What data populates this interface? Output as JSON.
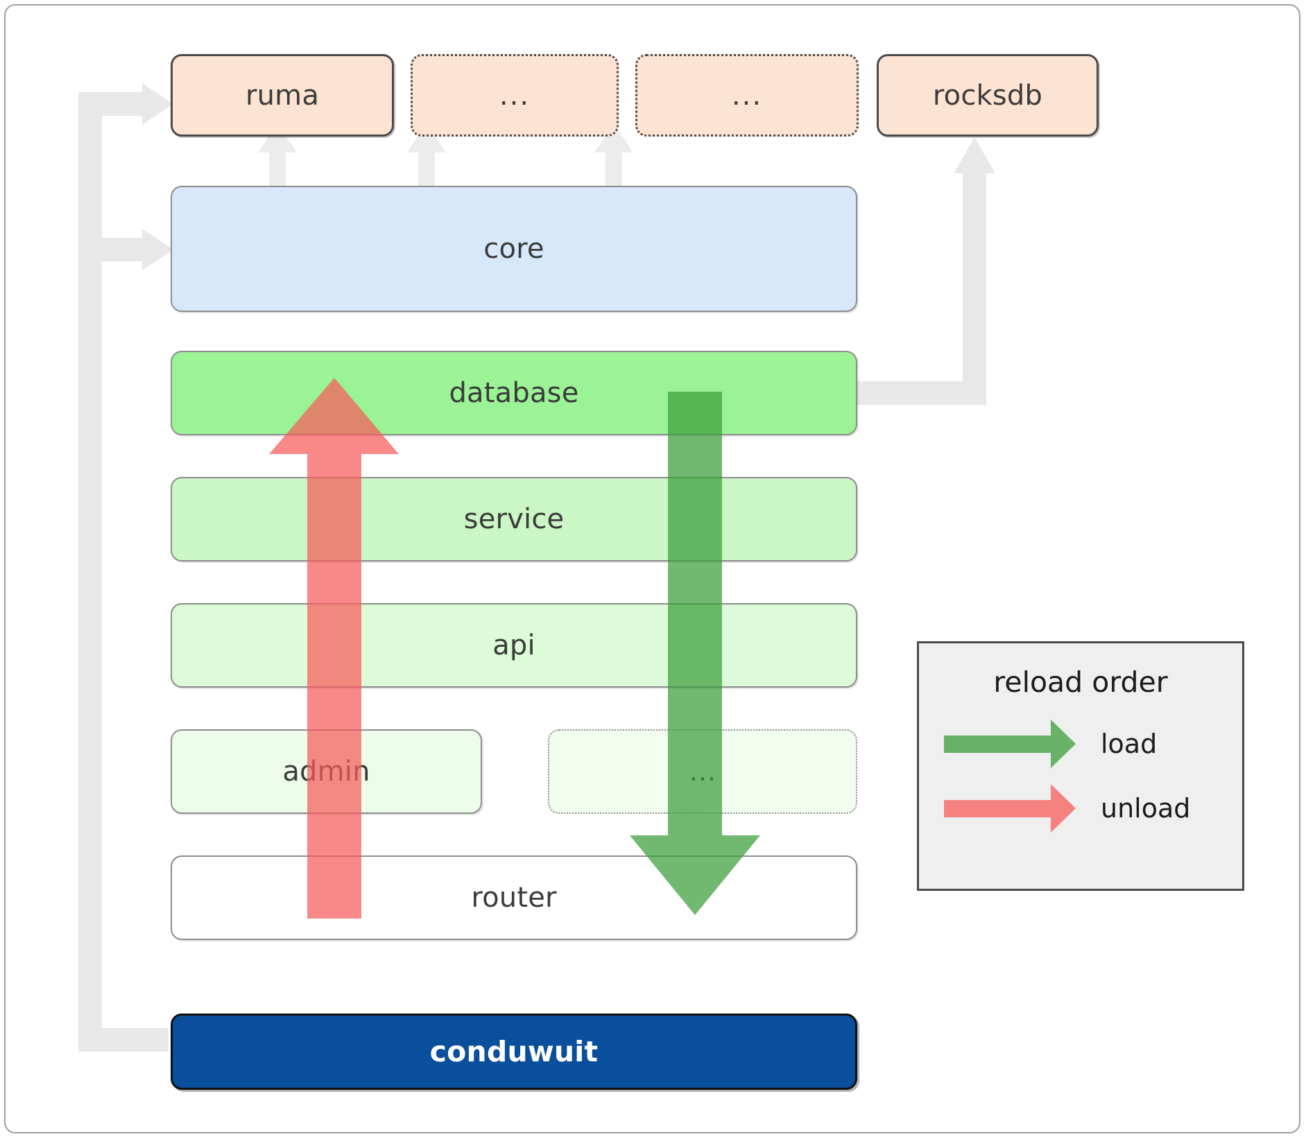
{
  "diagram": {
    "title": "conduwuit crate layering / reload order",
    "dependencies": [
      {
        "id": "ruma",
        "label": "ruma",
        "style": "solid",
        "color": "#fde3d2"
      },
      {
        "id": "dep2",
        "label": "...",
        "style": "dotted",
        "color": "#fde3d2"
      },
      {
        "id": "dep3",
        "label": "...",
        "style": "dotted",
        "color": "#fde3d2"
      },
      {
        "id": "rocksdb",
        "label": "rocksdb",
        "style": "solid",
        "color": "#fde3d2"
      }
    ],
    "layers": [
      {
        "id": "core",
        "label": "core",
        "style": "solid",
        "color": "#d7e8fb"
      },
      {
        "id": "database",
        "label": "database",
        "style": "solid",
        "color": "#9bf396"
      },
      {
        "id": "service",
        "label": "service",
        "style": "solid",
        "color": "#caf7c5"
      },
      {
        "id": "api",
        "label": "api",
        "style": "solid",
        "color": "#ddfbd8"
      },
      {
        "id": "admin",
        "label": "admin",
        "style": "solid",
        "color": "#ecfde9"
      },
      {
        "id": "moredots",
        "label": "...",
        "style": "dotted",
        "color": "#f1fdef"
      },
      {
        "id": "router",
        "label": "router",
        "style": "solid",
        "color": "#ffffff"
      }
    ],
    "root": {
      "id": "conduwuit",
      "label": "conduwuit",
      "color": "#0a4f9c",
      "text_color": "#ffffff"
    },
    "legend": {
      "title": "reload order",
      "background": "#efefef",
      "border": "#4a4a4a",
      "entries": [
        {
          "id": "load",
          "label": "load",
          "color": "#4caf50",
          "direction": "right"
        },
        {
          "id": "unload",
          "label": "unload",
          "color": "#f98080",
          "direction": "right"
        }
      ]
    },
    "flow_arrows": [
      {
        "id": "unload-arrow",
        "label": "unload",
        "color": "#f98080",
        "direction": "up",
        "from": "router",
        "to": "database"
      },
      {
        "id": "load-arrow",
        "label": "load",
        "color": "#4caf50",
        "direction": "down",
        "from": "database",
        "to": "router"
      }
    ],
    "link_color": "#e8e8e8"
  }
}
